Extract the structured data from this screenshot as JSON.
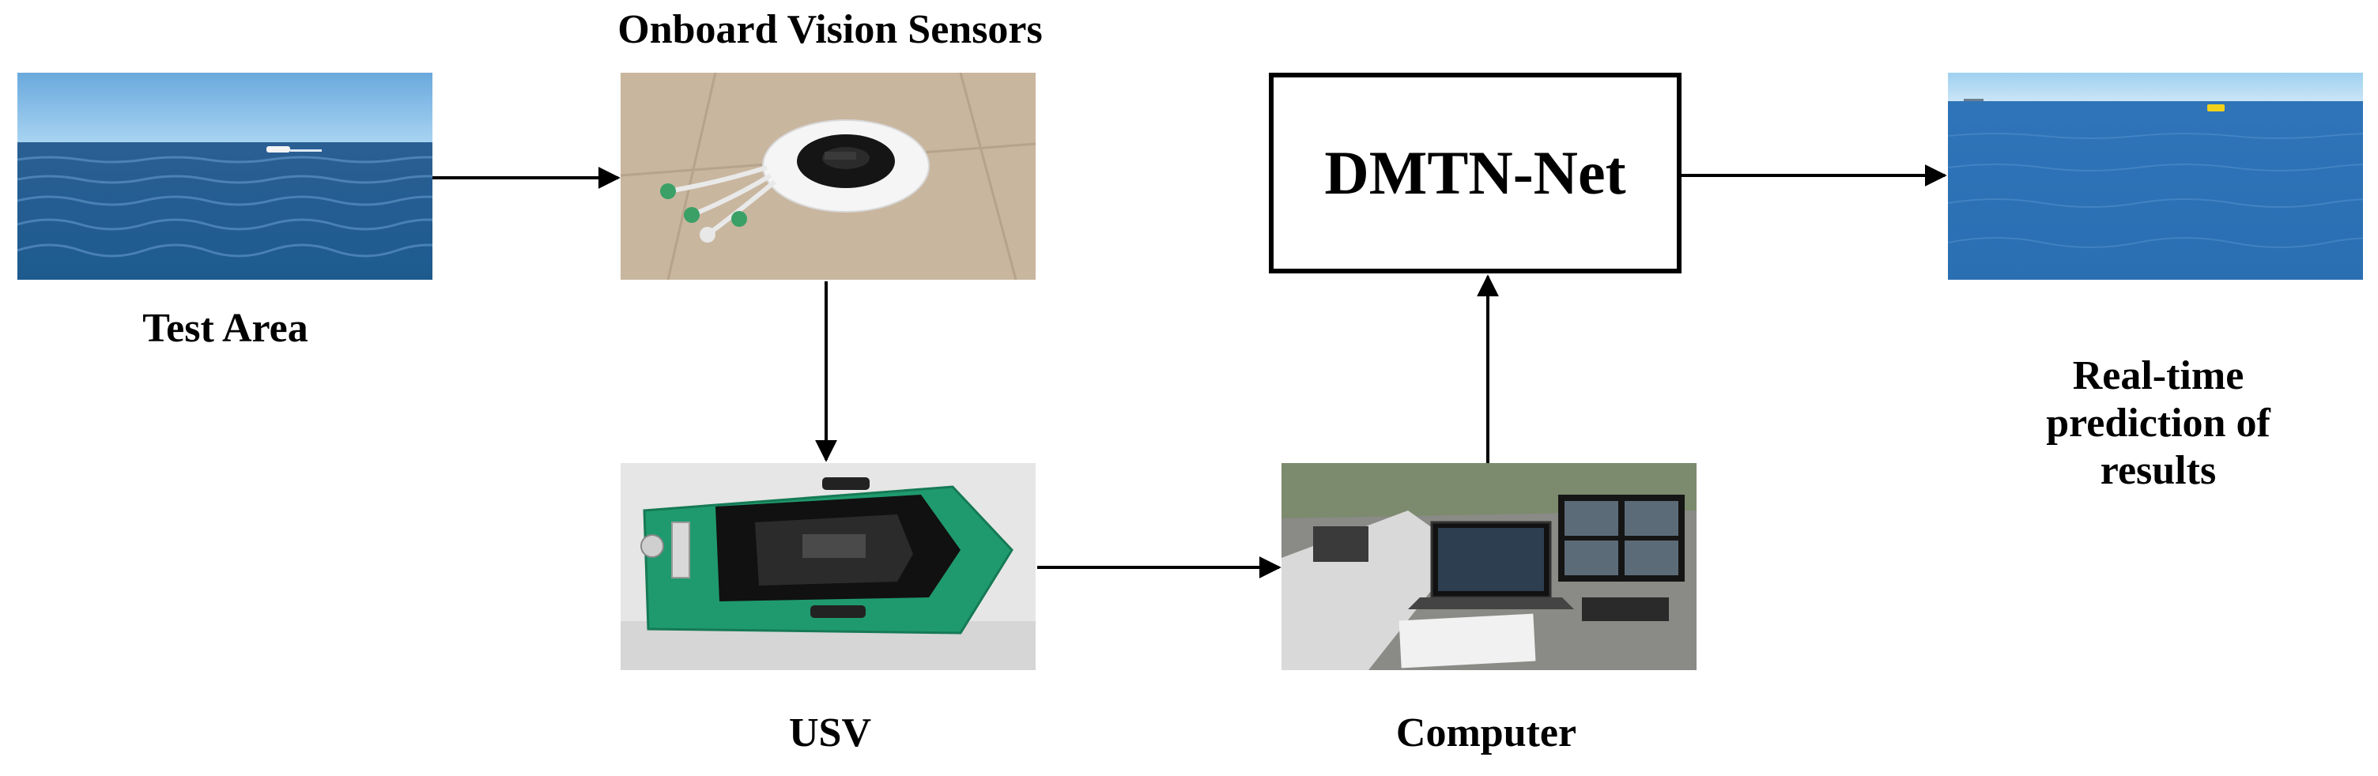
{
  "labels": {
    "test_area": "Test Area",
    "onboard_vision_sensors": "Onboard Vision Sensors",
    "usv": "USV",
    "computer": "Computer",
    "model_name": "DMTN-Net",
    "real_time_prediction": [
      "Real-time",
      "prediction of",
      "results"
    ]
  },
  "colors": {
    "sea_dark": "#1f5f99",
    "sea_mid": "#3b7fbe",
    "sky": "#8ec3ea",
    "usv_hull": "#1f9a6e",
    "detection_box": "#f2d21a",
    "arrow": "#000000"
  }
}
